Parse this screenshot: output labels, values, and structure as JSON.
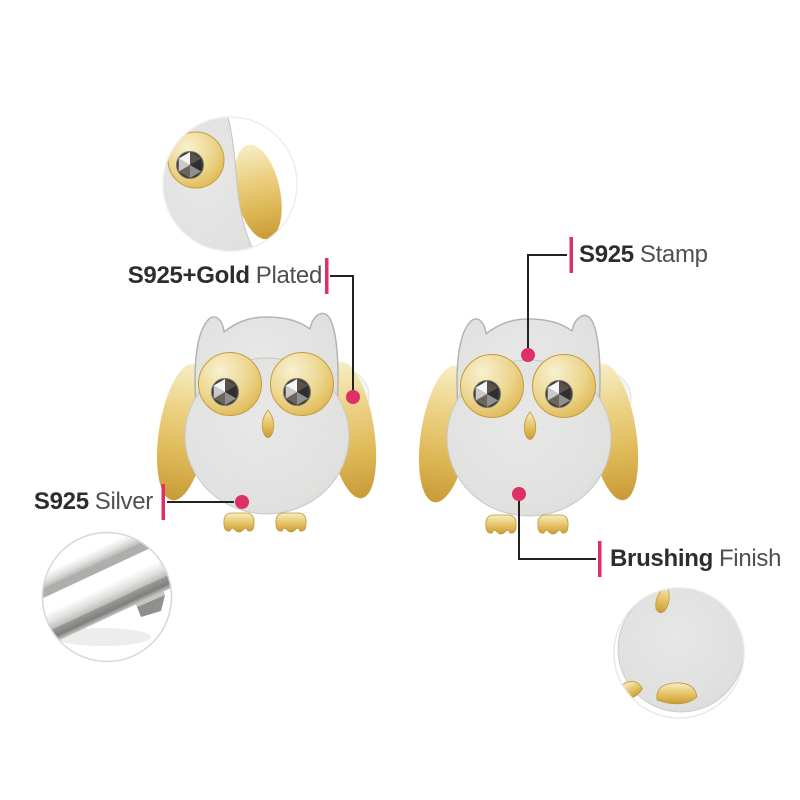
{
  "product": {
    "name": "owl-stud-earrings",
    "description": "pair of silver owl stud earrings with gold plated accents"
  },
  "colors": {
    "background": "#ffffff",
    "accent": "#de2f66",
    "line": "#222222",
    "text_primary": "#2d2d2d",
    "text_secondary": "#4f4f4f",
    "gold": "#ddb653",
    "silver": "#ececea"
  },
  "annotations": [
    {
      "id": "gold-plated",
      "bold": "S925+Gold",
      "light": "Plated"
    },
    {
      "id": "stamp",
      "bold": "S925",
      "light": "Stamp"
    },
    {
      "id": "silver",
      "bold": "S925",
      "light": "Silver"
    },
    {
      "id": "brushing",
      "bold": "Brushing",
      "light": "Finish"
    }
  ],
  "insets": [
    {
      "id": "eye-zoom",
      "meaning": "magnified owl eye and gold wing"
    },
    {
      "id": "silver-ingots",
      "meaning": "S925 sterling silver material"
    },
    {
      "id": "texture-zoom",
      "meaning": "magnified brushed body texture"
    }
  ]
}
